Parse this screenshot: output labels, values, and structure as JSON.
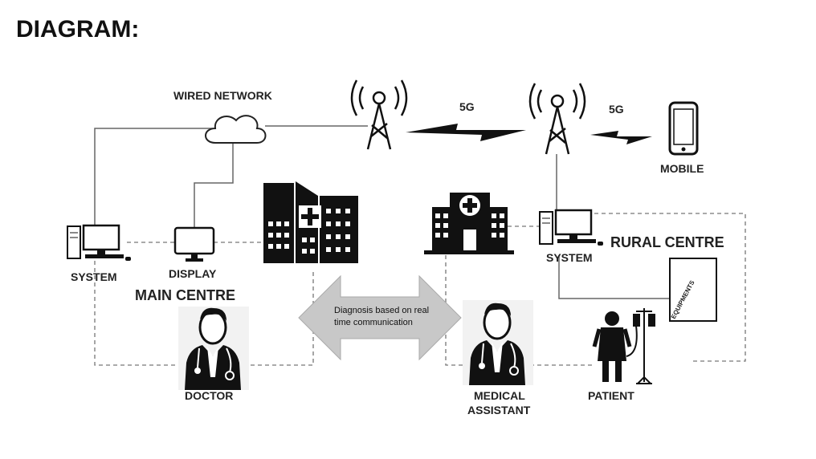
{
  "title": "DIAGRAM:",
  "labels": {
    "wired_network": "WIRED NETWORK",
    "fiveg_1": "5G",
    "fiveg_2": "5G",
    "mobile": "MOBILE",
    "system_left": "SYSTEM",
    "display": "DISPLAY",
    "main_centre": "MAIN CENTRE",
    "doctor": "DOCTOR",
    "arrow_text": "Diagnosis based on real time communication",
    "medical_line1": "MEDICAL",
    "medical_line2": "ASSISTANT",
    "patient": "PATIENT",
    "system_right": "SYSTEM",
    "rural_centre": "RURAL CENTRE",
    "equipments": "EQUIPMENTS"
  },
  "colors": {
    "ink": "#111111",
    "line": "#666666",
    "arrow": "#c8c8c8"
  }
}
